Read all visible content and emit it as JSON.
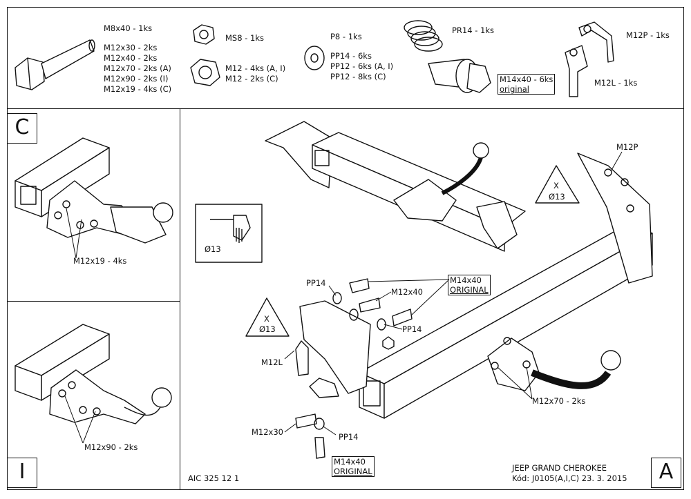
{
  "parts_header": {
    "bolt_labels": [
      "M8x40 - 1ks",
      "M12x30 - 2ks",
      "M12x40 - 2ks",
      "M12x70 - 2ks (A)",
      "M12x90 - 2ks (I)",
      "M12x19 - 4ks (C)"
    ],
    "nut_ms8": "MS8 - 1ks",
    "nut_m12_labels": [
      "M12 - 4ks (A, I)",
      "M12 - 2ks (C)"
    ],
    "washer_labels": [
      "P8 - 1ks",
      "PP14 - 6ks",
      "PP12 - 6ks (A, I)",
      "PP12 - 8ks (C)"
    ],
    "spring_label": "PR14 - 1ks",
    "m14_labels": [
      "M14x40 - 6ks",
      "original"
    ],
    "bracket_m12p": "M12P - 1ks",
    "bracket_m12l": "M12L - 1ks"
  },
  "panel_c": {
    "letter": "C",
    "callout": "M12x19 - 4ks"
  },
  "panel_i": {
    "letter": "I",
    "callout": "M12x90 - 2ks"
  },
  "panel_a": {
    "letter": "A",
    "drill_label": "Ø13",
    "triangle_right": {
      "x": "X",
      "d": "Ø13"
    },
    "triangle_left": {
      "x": "X",
      "d": "Ø13"
    },
    "callouts": {
      "m12p": "M12P",
      "pp14_top": "PP14",
      "m12x40": "M12x40",
      "m14x40_top": [
        "M14x40",
        "ORIGINAL"
      ],
      "pp14_mid": "PP14",
      "m12l": "M12L",
      "m12x30": "M12x30",
      "pp14_bottom": "PP14",
      "m14x40_bottom": [
        "M14x40",
        "ORIGINAL"
      ],
      "m12x70": "M12x70 - 2ks"
    },
    "drawing_code": "AIC 325 12 1",
    "vehicle": "JEEP GRAND CHEROKEE",
    "code_line": "Kód: J0105(A,I,C)  23. 3. 2015"
  }
}
